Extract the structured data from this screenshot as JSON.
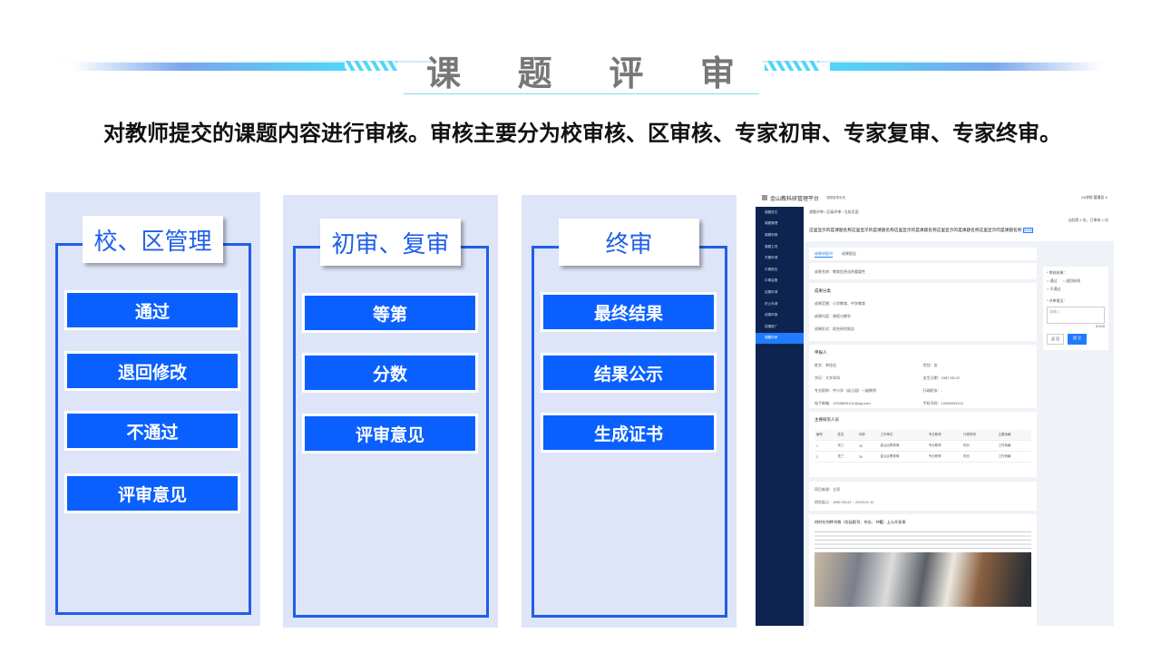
{
  "slide": {
    "title_chars": [
      "课",
      "题",
      "评",
      "审"
    ],
    "intro": "对教师提交的课题内容进行审核。审核主要分为校审核、区审核、专家初审、专家复审、专家终审。"
  },
  "panels": [
    {
      "header": "校、区管理",
      "buttons": [
        "通过",
        "退回修改",
        "不通过",
        "评审意见"
      ]
    },
    {
      "header": "初审、复审",
      "buttons": [
        "等第",
        "分数",
        "评审意见"
      ]
    },
    {
      "header": "终审",
      "buttons": [
        "最终结果",
        "结果公示",
        "生成证书"
      ]
    }
  ],
  "screenshot": {
    "app_title": "金山教科研管理平台",
    "subsystem": "课题管理系统",
    "user": "XX学校 管理员 ∨",
    "sidebar": [
      "课题进位",
      "课题管理",
      "课题申报",
      "课题立项",
      "开题申请",
      "中期报告",
      "中期监管",
      "结题申请",
      "终止申请",
      "成果申报",
      "成果推广",
      "课题评审"
    ],
    "breadcrumb": "课题评审 / 区级评审 / 当前页面",
    "pager": "当前第 2 份，已审核 1 份",
    "topic_title": "这里显示的是课题名称这里显示的是课题名称这里显示的是课题名称这里显示的是课题名称这里显示的是课题名称",
    "tag": "待评审",
    "tabs": [
      "成果申报书",
      "成果报告"
    ],
    "result_name": "成果名称：教育信息化的重要性",
    "category_title": "成果分类",
    "category": [
      "成果范围：小学教育、中学教育",
      "成果内容：课程与教学",
      "成果形式：综合研究报告"
    ],
    "applicant_title": "申报人",
    "applicant": [
      "姓名：李佳佳",
      "性别：女",
      "学历：大学本科",
      "出生日期：1987-05-02",
      "专业职称：中小学（幼儿园）一级教师",
      "行政职务：-",
      "电子邮箱：12045691212@qq.com",
      "手机号码：12045691212"
    ],
    "members_title": "主要研究人员",
    "members_header": [
      "编号",
      "姓名",
      "年龄",
      "工作单位",
      "专业职称",
      "行政职务",
      "主要贡献"
    ],
    "members": [
      [
        "1",
        "张三",
        "30",
        "金山区教育局",
        "专业职称",
        "校长",
        "工作贡献"
      ],
      [
        "2",
        "张三",
        "30",
        "金山区教育局",
        "专业职称",
        "校长",
        "工作贡献"
      ]
    ],
    "source": "项目来源：立项",
    "period": "研究起止：1987-05-02 ~ 2023-01-11",
    "publish_title": "何时在何种刊物（包括报刊、杂志、书籍）上公开发表",
    "review": {
      "label1": "* 审核结果：",
      "options": [
        "通过",
        "退回修改",
        "不通过"
      ],
      "label2": "* 评审意见：",
      "placeholder": "请输入",
      "count": "0/100",
      "back": "返 回",
      "submit": "提 交"
    }
  }
}
